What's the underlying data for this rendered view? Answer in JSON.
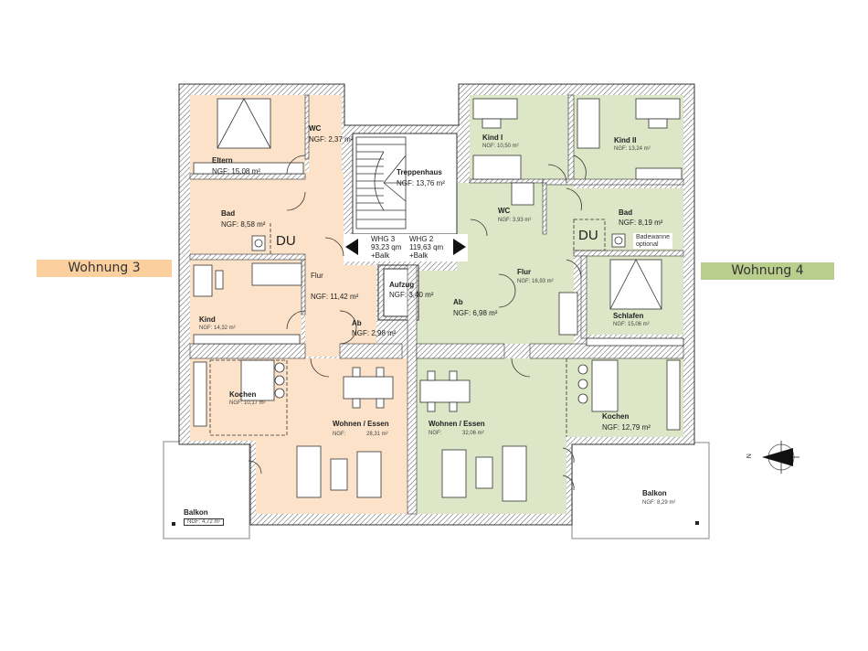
{
  "colors": {
    "unit3_fill": "#fbe2c9",
    "unit4_fill": "#dde6c6",
    "unit3_tag": "#fbcf9e",
    "unit4_tag": "#b9cd8c",
    "wall": "#333333",
    "stair_fill": "#ffffff"
  },
  "units": {
    "left": {
      "label": "Wohnung 3"
    },
    "right": {
      "label": "Wohnung 4"
    }
  },
  "stair": {
    "whg3": {
      "name": "WHG 3",
      "area": "93,23 qm",
      "extra": "+Balk"
    },
    "whg2": {
      "name": "WHG 2",
      "area": "119,63 qm",
      "extra": "+Balk"
    }
  },
  "rooms": {
    "eltern": {
      "name": "Eltern",
      "area": "NGF: 15,08 m²"
    },
    "wc3": {
      "name": "WC",
      "area": "NGF: 2,37 m²"
    },
    "bad3": {
      "name": "Bad",
      "area": "NGF: 8,58 m²"
    },
    "du3": "DU",
    "kind3": {
      "name": "Kind",
      "area": "NGF: 14,32 m²"
    },
    "flur3": {
      "name": "Flur",
      "area": "NGF: 11,42 m²"
    },
    "ab3": {
      "name": "Ab",
      "area": "NGF: 2,98 m²"
    },
    "kochen3": {
      "name": "Kochen",
      "area": "NGF: 10,17 m²"
    },
    "wohnen3": {
      "name": "Wohnen / Essen",
      "ngf": "NGF:",
      "area": "28,31 m²"
    },
    "balkon3": {
      "name": "Balkon",
      "area": "NGF: 4,72 m²"
    },
    "treppenhaus": {
      "name": "Treppenhaus",
      "area": "NGF: 13,76 m²"
    },
    "aufzug": {
      "name": "Aufzug",
      "area": "NGF: 3,40 m²"
    },
    "kind1": {
      "name": "Kind I",
      "area": "NGF: 10,50 m²"
    },
    "kind2": {
      "name": "Kind II",
      "area": "NGF: 13,24 m²"
    },
    "wc4": {
      "name": "WC",
      "area": "NGF: 3,93 m²"
    },
    "bad4": {
      "name": "Bad",
      "area": "NGF: 8,19 m²"
    },
    "du4": "DU",
    "badewanne_note": {
      "line1": "Badewanne",
      "line2": "optional"
    },
    "flur4": {
      "name": "Flur",
      "area": "NGF: 16,93 m²"
    },
    "ab4": {
      "name": "Ab",
      "area": "NGF: 6,98 m²"
    },
    "schlafen": {
      "name": "Schlafen",
      "area": "NGF: 15,06 m²"
    },
    "wohnen4": {
      "name": "Wohnen / Essen",
      "ngf": "NGF:",
      "area": "32,06 m²"
    },
    "kochen4": {
      "name": "Kochen",
      "area": "NGF: 12,79 m²"
    },
    "balkon4": {
      "name": "Balkon",
      "area": "NGF: 8,29 m²"
    }
  },
  "north_arrow": {
    "label": "N",
    "icon": "north-arrow-icon"
  }
}
